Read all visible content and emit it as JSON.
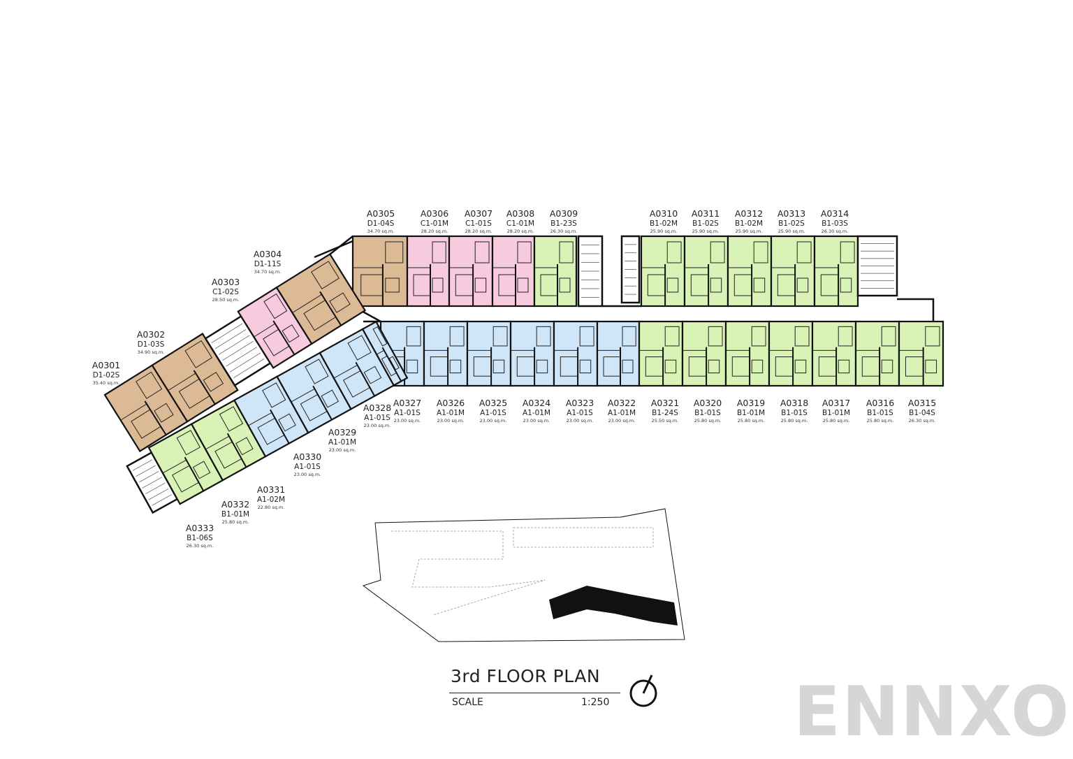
{
  "plan": {
    "title": "3rd FLOOR PLAN",
    "scale_label": "SCALE",
    "scale_value": "1:250",
    "north_icon": "north-arrow-icon"
  },
  "watermark": "ENNXO",
  "colors": {
    "D": "#dcba95",
    "C": "#f7cbdd",
    "A": "#cfe5f8",
    "B": "#d9f2b6",
    "wall": "#111111"
  },
  "units": [
    {
      "code": "A0301",
      "type": "D1-02S",
      "area": "35.40 sq.m."
    },
    {
      "code": "A0302",
      "type": "D1-03S",
      "area": "34.90 sq.m."
    },
    {
      "code": "A0303",
      "type": "C1-02S",
      "area": "28.50 sq.m."
    },
    {
      "code": "A0304",
      "type": "D1-11S",
      "area": "34.70 sq.m."
    },
    {
      "code": "A0305",
      "type": "D1-04S",
      "area": "34.70 sq.m."
    },
    {
      "code": "A0306",
      "type": "C1-01M",
      "area": "28.20 sq.m."
    },
    {
      "code": "A0307",
      "type": "C1-01S",
      "area": "28.20 sq.m."
    },
    {
      "code": "A0308",
      "type": "C1-01M",
      "area": "28.20 sq.m."
    },
    {
      "code": "A0309",
      "type": "B1-23S",
      "area": "26.30 sq.m."
    },
    {
      "code": "A0310",
      "type": "B1-02M",
      "area": "25.90 sq.m."
    },
    {
      "code": "A0311",
      "type": "B1-02S",
      "area": "25.90 sq.m."
    },
    {
      "code": "A0312",
      "type": "B1-02M",
      "area": "25.90 sq.m."
    },
    {
      "code": "A0313",
      "type": "B1-02S",
      "area": "25.90 sq.m."
    },
    {
      "code": "A0314",
      "type": "B1-03S",
      "area": "26.30 sq.m."
    },
    {
      "code": "A0315",
      "type": "B1-04S",
      "area": "26.30 sq.m."
    },
    {
      "code": "A0316",
      "type": "B1-01S",
      "area": "25.80 sq.m."
    },
    {
      "code": "A0317",
      "type": "B1-01M",
      "area": "25.80 sq.m."
    },
    {
      "code": "A0318",
      "type": "B1-01S",
      "area": "25.80 sq.m."
    },
    {
      "code": "A0319",
      "type": "B1-01M",
      "area": "25.80 sq.m."
    },
    {
      "code": "A0320",
      "type": "B1-01S",
      "area": "25.80 sq.m."
    },
    {
      "code": "A0321",
      "type": "B1-24S",
      "area": "25.50 sq.m."
    },
    {
      "code": "A0322",
      "type": "A1-01M",
      "area": "23.00 sq.m."
    },
    {
      "code": "A0323",
      "type": "A1-01S",
      "area": "23.00 sq.m."
    },
    {
      "code": "A0324",
      "type": "A1-01M",
      "area": "23.00 sq.m."
    },
    {
      "code": "A0325",
      "type": "A1-01S",
      "area": "23.00 sq.m."
    },
    {
      "code": "A0326",
      "type": "A1-01M",
      "area": "23.00 sq.m."
    },
    {
      "code": "A0327",
      "type": "A1-01S",
      "area": "23.00 sq.m."
    },
    {
      "code": "A0328",
      "type": "A1-01S",
      "area": "23.00 sq.m."
    },
    {
      "code": "A0329",
      "type": "A1-01M",
      "area": "23.00 sq.m."
    },
    {
      "code": "A0330",
      "type": "A1-01S",
      "area": "23.00 sq.m."
    },
    {
      "code": "A0331",
      "type": "A1-02M",
      "area": "22.80 sq.m."
    },
    {
      "code": "A0332",
      "type": "B1-01M",
      "area": "25.80 sq.m."
    },
    {
      "code": "A0333",
      "type": "B1-06S",
      "area": "26.30 sq.m."
    }
  ]
}
